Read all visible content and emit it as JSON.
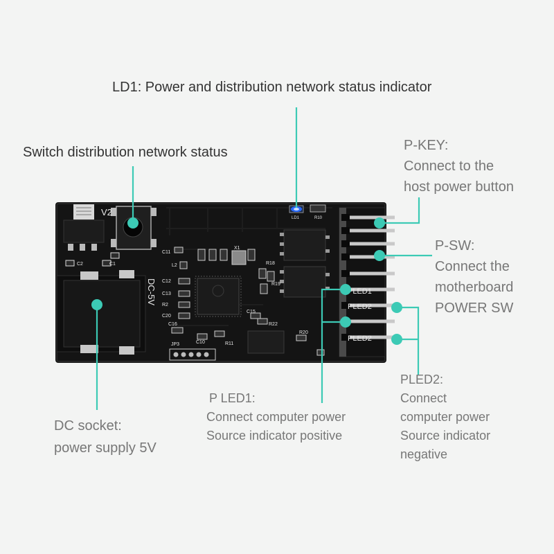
{
  "colors": {
    "background": "#f3f4f3",
    "board": "#141414",
    "accent": "#3ccab5",
    "led": "#2a6bff",
    "text": "#333333",
    "text_dim": "#777777"
  },
  "annotations": {
    "ld1": {
      "lines": [
        "LD1: Power and distribution network status indicator"
      ]
    },
    "switch": {
      "lines": [
        "Switch distribution network status"
      ]
    },
    "pkey": {
      "lines": [
        "P-KEY:",
        "Connect to the",
        "host power button"
      ]
    },
    "psw": {
      "lines": [
        "P-SW:",
        "Connect the",
        "motherboard",
        "POWER SW"
      ]
    },
    "pled1": {
      "lines": [
        "P LED1:",
        "Connect computer power",
        "Source indicator positive"
      ]
    },
    "pled2": {
      "lines": [
        "PLED2:",
        "Connect",
        "computer power",
        "Source indicator",
        "negative"
      ]
    },
    "dc": {
      "lines": [
        "DC socket:",
        "power supply 5V"
      ]
    }
  },
  "board_silkscreen": {
    "v2": "V2",
    "dc5v": "DC-5V",
    "ld1": "LD1",
    "jp3": "JP3",
    "x1": "X1",
    "r10": "R10",
    "r11": "R11",
    "r18": "R18",
    "r19": "R19",
    "r20": "R20",
    "r22": "R22",
    "c1": "C1",
    "c2": "C2",
    "c10": "C10",
    "c11": "C11",
    "c12": "C12",
    "c13": "C13",
    "c15": "C15",
    "c16": "C16",
    "c20": "C20",
    "l2": "L2",
    "r2": "R2",
    "pled1": "PLED1",
    "pled2_a": "PLED2",
    "pled2_b": "PLED2"
  }
}
